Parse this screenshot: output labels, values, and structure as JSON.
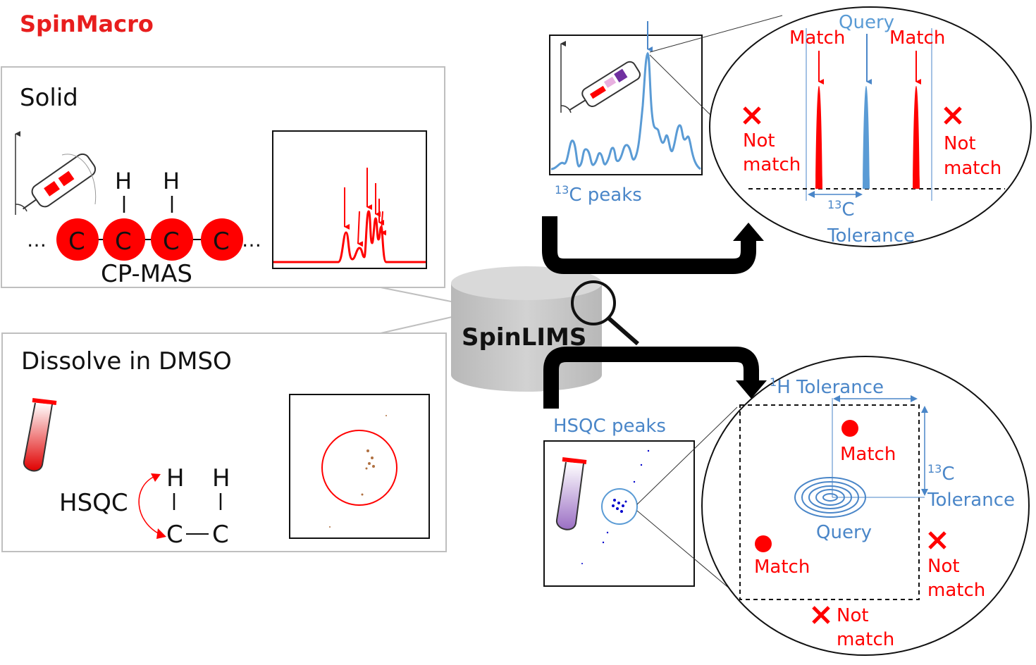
{
  "logo": {
    "text": "SpinMacro"
  },
  "solid_panel": {
    "title": "Solid",
    "method": "CP-MAS",
    "ellipsis_left": "…",
    "ellipsis_right": "…",
    "h_labels": [
      "H",
      "H"
    ],
    "c_labels": [
      "C",
      "C",
      "C",
      "C"
    ]
  },
  "dmso_panel": {
    "title": "Dissolve in DMSO",
    "method": "HSQC",
    "h_labels": [
      "H",
      "H"
    ],
    "c_labels": [
      "C",
      "C"
    ]
  },
  "database": {
    "label": "SpinLIMS"
  },
  "c13_section": {
    "peaks_label_sup": "13",
    "peaks_label": "C peaks",
    "query": "Query",
    "match_left": "Match",
    "match_right": "Match",
    "not_match_left": [
      "Not",
      "match"
    ],
    "not_match_right": [
      "Not",
      "match"
    ],
    "tolerance_sup": "13",
    "tolerance_c": "C",
    "tolerance": "Tolerance"
  },
  "hsqc_section": {
    "peaks_label": "HSQC peaks",
    "h_tolerance_sup": "1",
    "h_tolerance": "H Tolerance",
    "c_tolerance_sup": "13",
    "c_tolerance_c": "C",
    "c_tolerance": "Tolerance",
    "query": "Query",
    "match_top": "Match",
    "match_bottom": "Match",
    "not_match_right": [
      "Not",
      "match"
    ],
    "not_match_bottom": [
      "Not",
      "match"
    ]
  },
  "colors": {
    "red": "#ff0000",
    "blue": "#4a86c8",
    "black": "#000000",
    "gray": "#bfbfbf"
  }
}
